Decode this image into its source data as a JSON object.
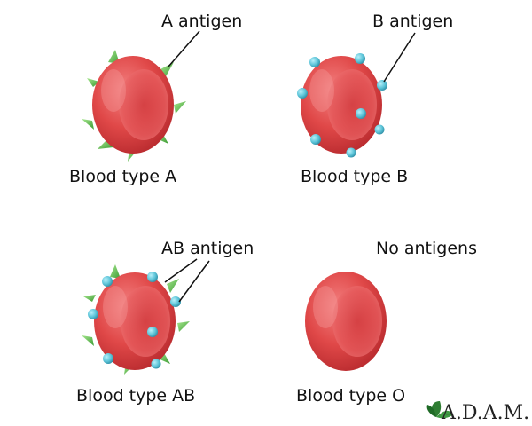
{
  "labels": {
    "a_antigen": "A antigen",
    "b_antigen": "B antigen",
    "ab_antigen": "AB antigen",
    "no_antigens": "No antigens",
    "type_a": "Blood type A",
    "type_b": "Blood type B",
    "type_ab": "Blood type AB",
    "type_o": "Blood type O"
  },
  "logo": {
    "text": "A.D.A.M."
  },
  "colors": {
    "cell_outer": "#d93a3c",
    "cell_inner": "#c42a30",
    "cell_highlight": "#f06a6a",
    "a_antigen": "#58b84a",
    "b_antigen": "#5cc4d8",
    "text": "#111111",
    "logo_leaf": "#2e7d32"
  }
}
